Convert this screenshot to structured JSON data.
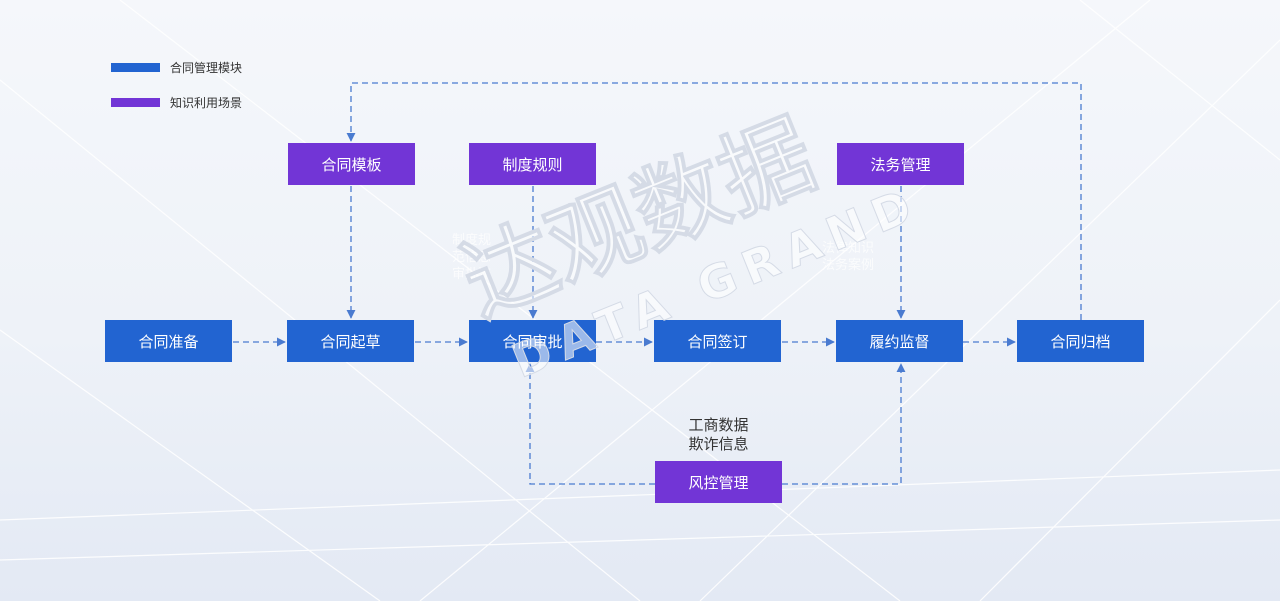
{
  "legend": [
    {
      "label": "合同管理模块",
      "color": "#2264d1"
    },
    {
      "label": "知识利用场景",
      "color": "#7235d6"
    }
  ],
  "colors": {
    "module": "#2264d1",
    "scene": "#7235d6",
    "connector": "#4a7bd0"
  },
  "modules": {
    "prepare": "合同准备",
    "draft": "合同起草",
    "approve": "合同审批",
    "sign": "合同签订",
    "monitor": "履约监督",
    "archive": "合同归档"
  },
  "scenes": {
    "template": "合同模板",
    "rules": "制度规则",
    "legal": "法务管理",
    "risk": "风控管理"
  },
  "risk_notes": [
    "工商数据",
    "欺诈信息"
  ],
  "faint_notes": {
    "approve_side": [
      "制度规",
      "范信息",
      "审批流"
    ],
    "legal_side": [
      "法律知识",
      "法务案例"
    ]
  },
  "watermark": {
    "cn": "达观数据",
    "en": "DATA GRAND"
  }
}
